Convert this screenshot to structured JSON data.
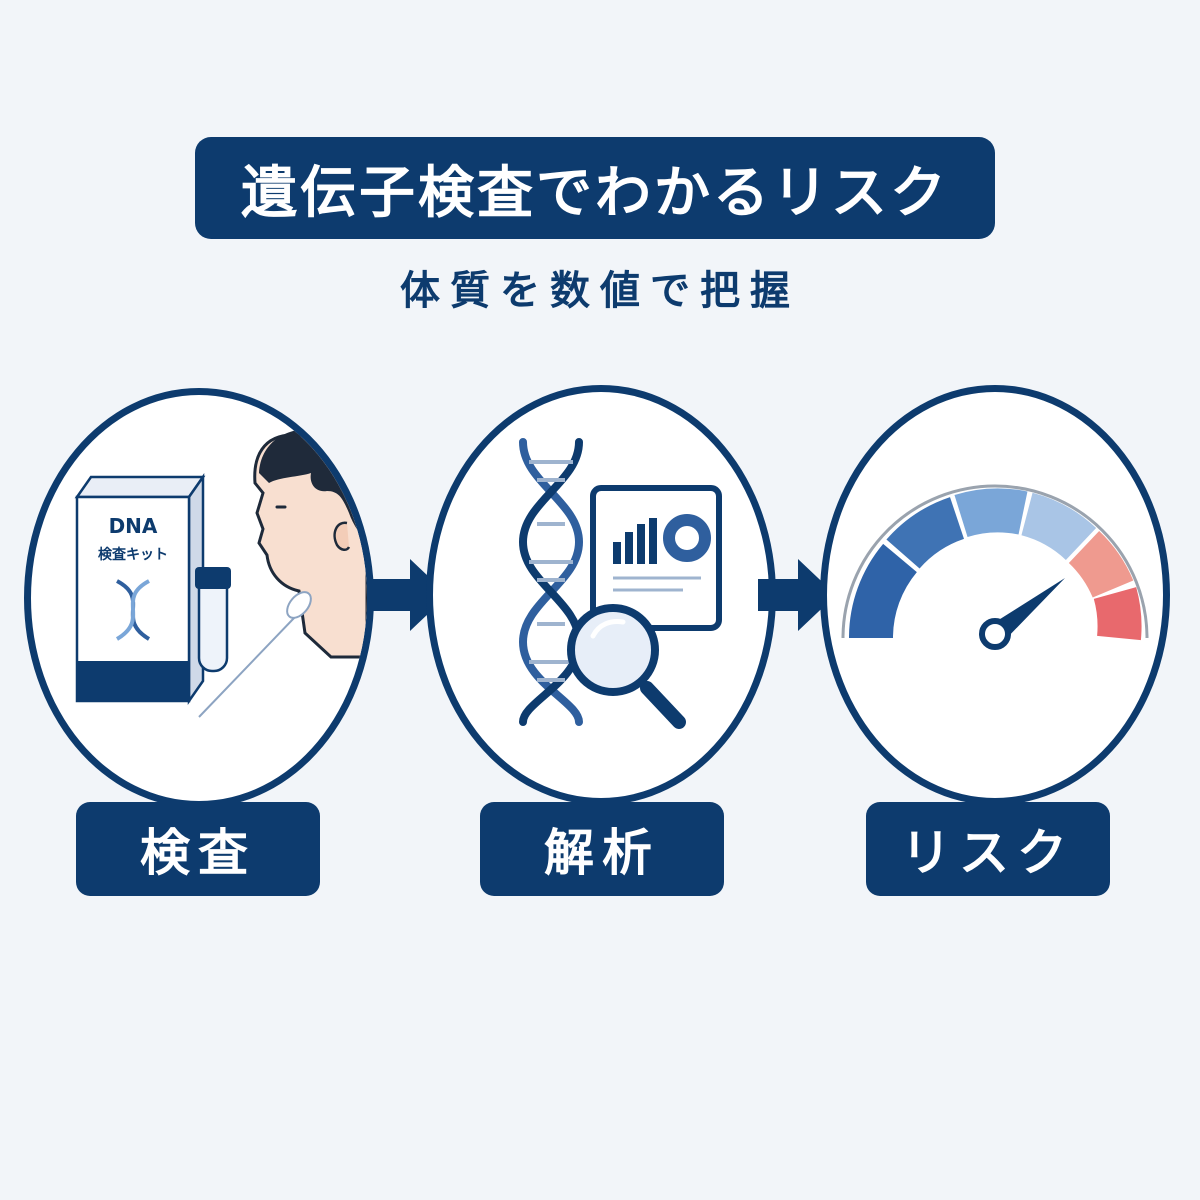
{
  "title": "遺伝子検査でわかるリスク",
  "subtitle": "体質を数値で把握",
  "colors": {
    "navy": "#0d3b6e",
    "background": "#f2f5f9",
    "dna_blue": "#2f5f9e",
    "gauge_low": "#2f63a8",
    "gauge_mid": "#7aa6d8",
    "gauge_high": "#ef9a8f",
    "gauge_max": "#e8696d"
  },
  "steps": [
    {
      "label": "検査",
      "icons": [
        "dna-kit-box-icon",
        "sample-tube-icon",
        "cotton-swab-icon",
        "person-profile-icon"
      ],
      "kit_text_line1": "DNA",
      "kit_text_line2": "検査キット"
    },
    {
      "label": "解析",
      "icons": [
        "dna-helix-icon",
        "analytics-screen-icon",
        "magnifier-icon"
      ]
    },
    {
      "label": "リスク",
      "icons": [
        "risk-gauge-icon",
        "gauge-needle-icon"
      ]
    }
  ],
  "arrows": [
    "arrow-right-icon",
    "arrow-right-icon"
  ]
}
